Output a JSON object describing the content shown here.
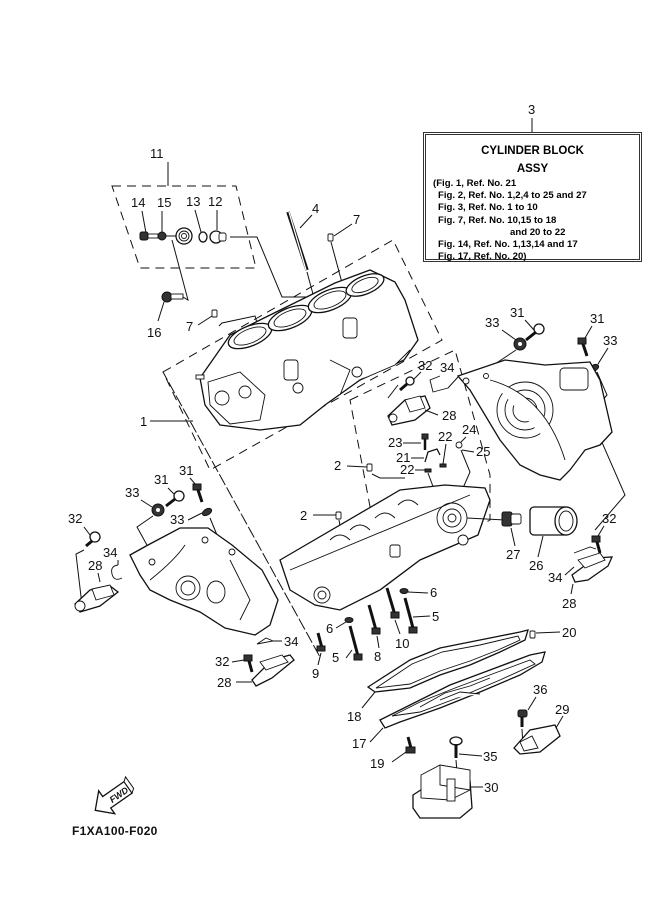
{
  "info_box": {
    "ref_number": "3",
    "title": "CYLINDER BLOCK",
    "subtitle": "ASSY",
    "lines": [
      "(Fig. 1, Ref. No. 21",
      "Fig. 2, Ref. No. 1,2,4 to 25 and 27",
      "Fig. 3, Ref. No. 1 to 10",
      "Fig. 7, Ref. No. 10,15 to 18",
      "and 20 to 22",
      "Fig. 14, Ref. No. 1,13,14 and 17",
      "Fig. 17, Ref. No. 20)"
    ]
  },
  "fwd_label": "FWD",
  "figure_code": "F1XA100-F020",
  "callouts": {
    "c1": "1",
    "c2a": "2",
    "c2b": "2",
    "c4": "4",
    "c5a": "5",
    "c5b": "5",
    "c6a": "6",
    "c6b": "6",
    "c7a": "7",
    "c7b": "7",
    "c8": "8",
    "c9": "9",
    "c10": "10",
    "c11": "11",
    "c12": "12",
    "c13": "13",
    "c14": "14",
    "c15": "15",
    "c16": "16",
    "c17": "17",
    "c18": "18",
    "c19": "19",
    "c20": "20",
    "c21": "21",
    "c22a": "22",
    "c22b": "22",
    "c23": "23",
    "c24": "24",
    "c25": "25",
    "c26": "26",
    "c27": "27",
    "c28a": "28",
    "c28b": "28",
    "c28c": "28",
    "c28d": "28",
    "c29": "29",
    "c30": "30",
    "c31a": "31",
    "c31b": "31",
    "c31c": "31",
    "c31d": "31",
    "c32a": "32",
    "c32b": "32",
    "c32c": "32",
    "c32d": "32",
    "c33a": "33",
    "c33b": "33",
    "c33c": "33",
    "c33d": "33",
    "c34a": "34",
    "c34b": "34",
    "c34c": "34",
    "c34d": "34",
    "c35": "35",
    "c36": "36"
  }
}
